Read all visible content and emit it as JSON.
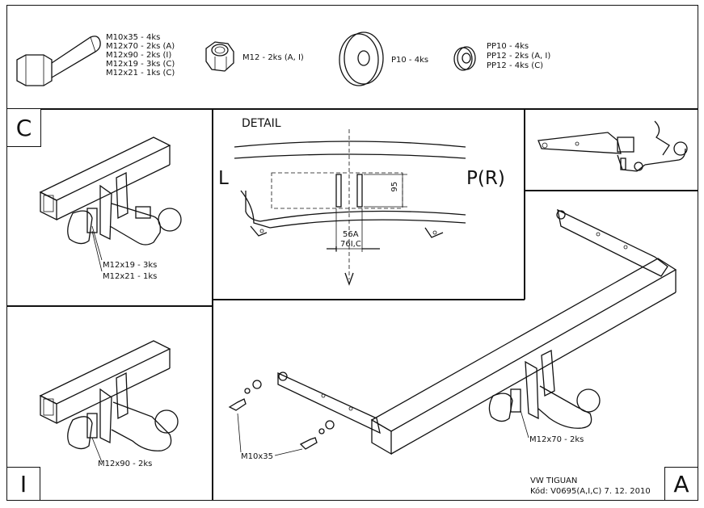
{
  "parts": {
    "bolt": [
      "M10x35 - 4ks",
      "M12x70 - 2ks (A)",
      "M12x90 - 2ks (I)",
      "M12x19 - 3ks (C)",
      "M12x21 - 1ks (C)"
    ],
    "nut": "M12 - 2ks (A, I)",
    "big_washer": "P10 - 4ks",
    "small_washer": [
      "PP10 - 4ks",
      "PP12 - 2ks (A, I)",
      "PP12 - 4ks (C)"
    ]
  },
  "panel_c": {
    "letter": "C",
    "labels": [
      "M12x19 - 3ks",
      "M12x21 - 1ks"
    ]
  },
  "panel_i": {
    "letter": "I",
    "label": "M12x90 - 2ks"
  },
  "detail": {
    "title": "DETAIL",
    "left": "L",
    "right": "P(R)",
    "dim_height": "95",
    "dim_a": "56A",
    "dim_b": "76I,C"
  },
  "main": {
    "letter": "A",
    "bolt_label": "M10x35",
    "ball_label": "M12x70 - 2ks"
  },
  "footer": {
    "model": "VW TIGUAN",
    "code": "Kód: V0695(A,I,C)  7. 12. 2010"
  }
}
